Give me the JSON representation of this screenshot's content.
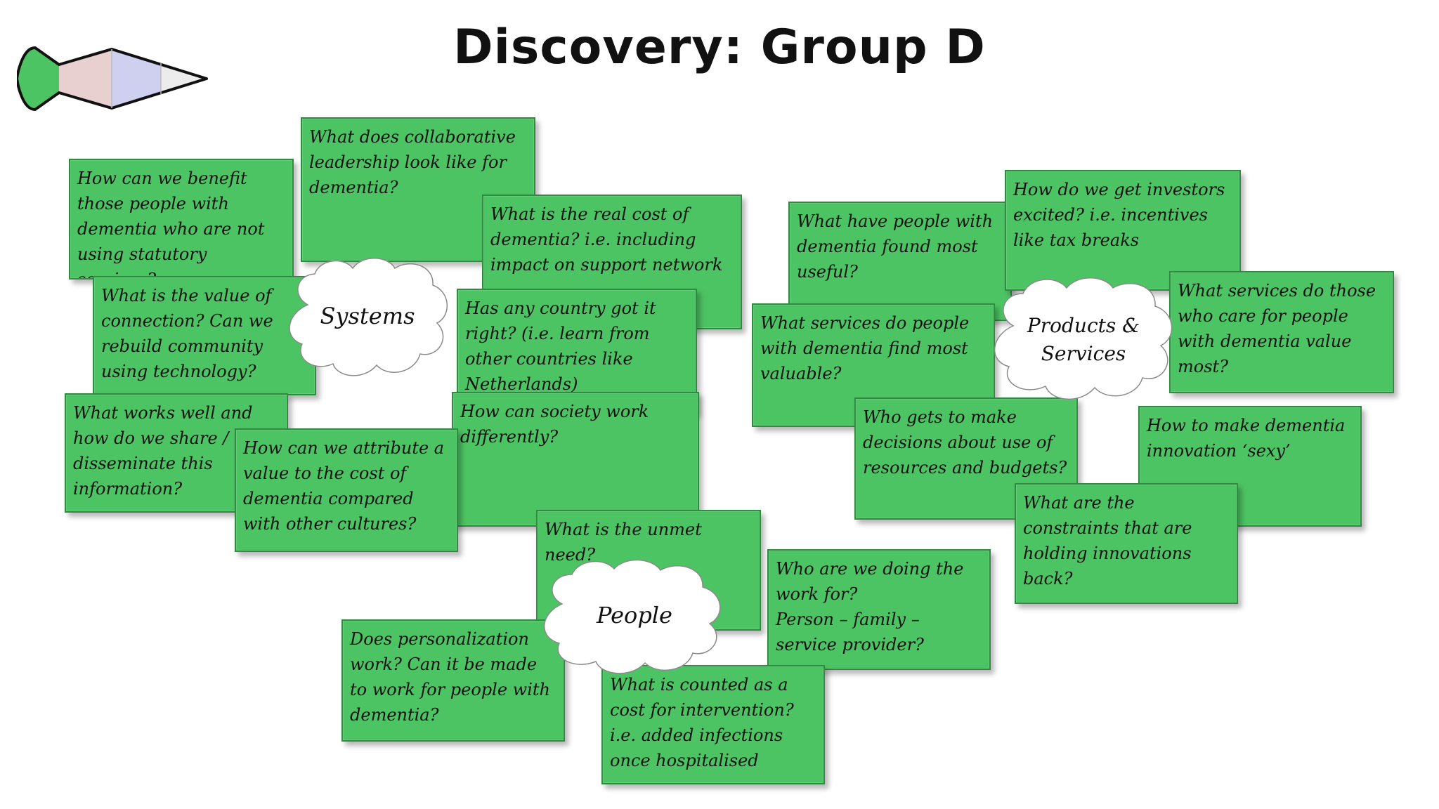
{
  "title": "Discovery: Group D",
  "logo": {
    "icon": "fish-diamond-icon",
    "colors": [
      "#4dc463",
      "#e8cfd0",
      "#cfcfef",
      "#ececec"
    ]
  },
  "clouds": {
    "systems": "Systems",
    "people": "People",
    "products": "Products &\nServices"
  },
  "notes": {
    "benefit": "How can we benefit those people with dementia who are not using statutory services?",
    "collab": "What does collaborative leadership look like for dementia?",
    "real_cost": "What is the real cost of dementia? i.e. including impact on support network",
    "value_connection": "What is the value of connection? Can we rebuild community using technology?",
    "country": "Has any country got it right? (i.e. learn from other countries like Netherlands)",
    "works_well": "What works well and how do we share / disseminate this information?",
    "attribute": "How can we attribute a value to the cost of dementia compared with other cultures?",
    "society": "How can society work differently?",
    "unmet": "What is the unmet need?",
    "personalization": "Does personalization work? Can it be made to work for people with dementia?",
    "counted": "What is counted as a cost for intervention? i.e. added infections once hospitalised",
    "who_work": "Who are we doing the work for?\nPerson – family – service provider?",
    "found_useful": "What have people with dementia found most useful?",
    "investors": "How do we get investors excited? i.e. incentives like tax breaks",
    "services_valuable": "What services do people with dementia find most valuable?",
    "carers_value": "What services do those who care for people with dementia value most?",
    "decisions": "Who gets to make decisions about use of resources and budgets?",
    "sexy": "How to make dementia innovation ‘sexy’",
    "constraints": "What are the constraints that are holding innovations back?"
  }
}
